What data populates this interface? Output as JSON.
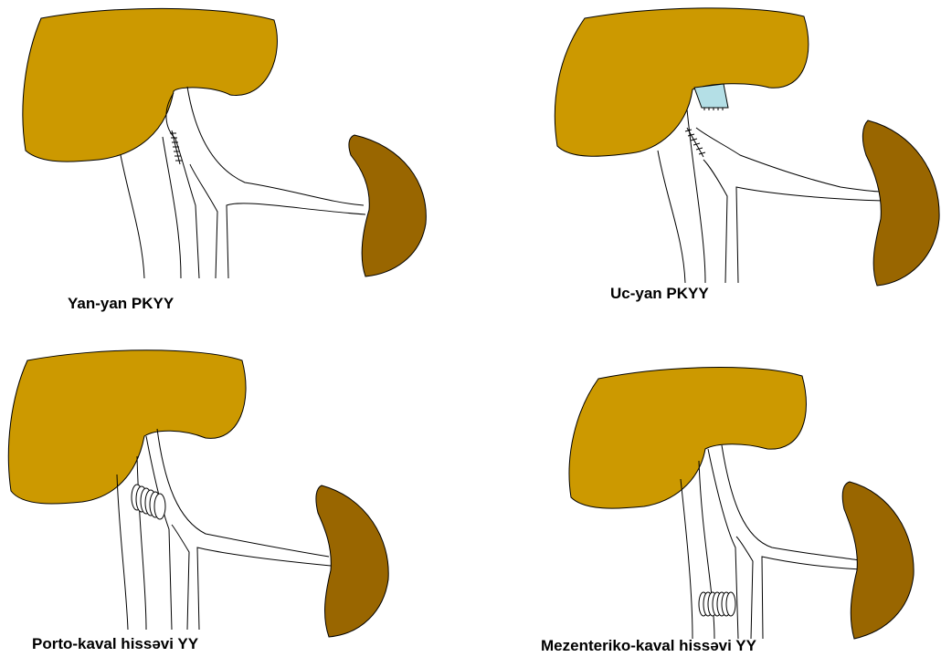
{
  "panels": [
    {
      "id": "side-to-side",
      "caption": "Yan-yan PKYY"
    },
    {
      "id": "end-to-side",
      "caption": "Uc-yan PKYY"
    },
    {
      "id": "porto-caval-graft",
      "caption": "Porto-kaval hissəvi YY"
    },
    {
      "id": "mesenterico-caval-graft",
      "caption": "Mezenteriko-kaval hissəvi YY"
    }
  ],
  "colors": {
    "liver": "#cc9900",
    "spleen": "#996600",
    "ligated_stump": "#b4dfe6",
    "outline": "#000000",
    "background": "#ffffff"
  }
}
